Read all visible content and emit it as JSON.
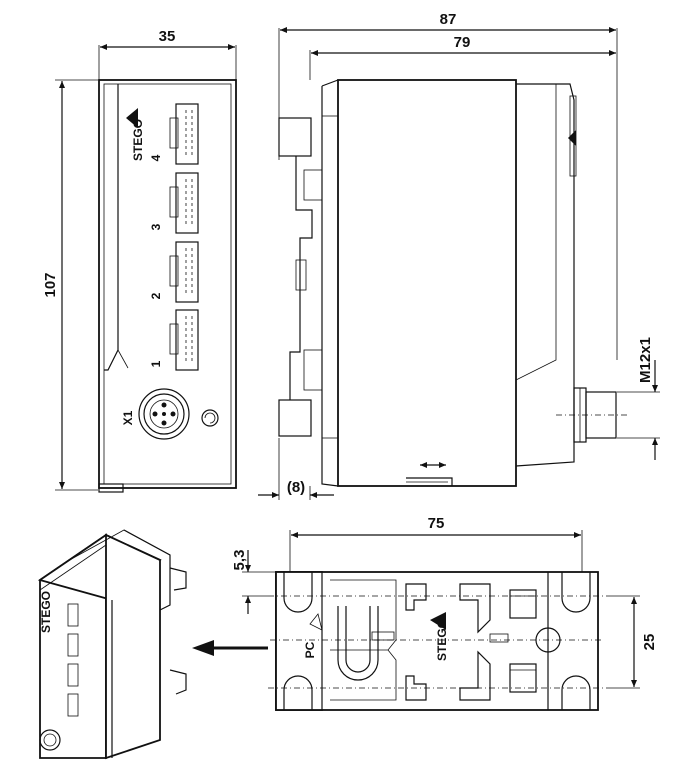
{
  "dimensions": {
    "width_front": "35",
    "height_front": "107",
    "depth_total": "87",
    "depth_housing": "79",
    "rail_offset": "(8)",
    "connector_thread": "M12x1",
    "rail_length": "75",
    "hole_offset": "5,3",
    "hole_spacing": "25"
  },
  "brand": "STEGO",
  "port_labels": [
    "1",
    "2",
    "3",
    "4"
  ],
  "connector_label": "X1",
  "pc_label": "PC"
}
